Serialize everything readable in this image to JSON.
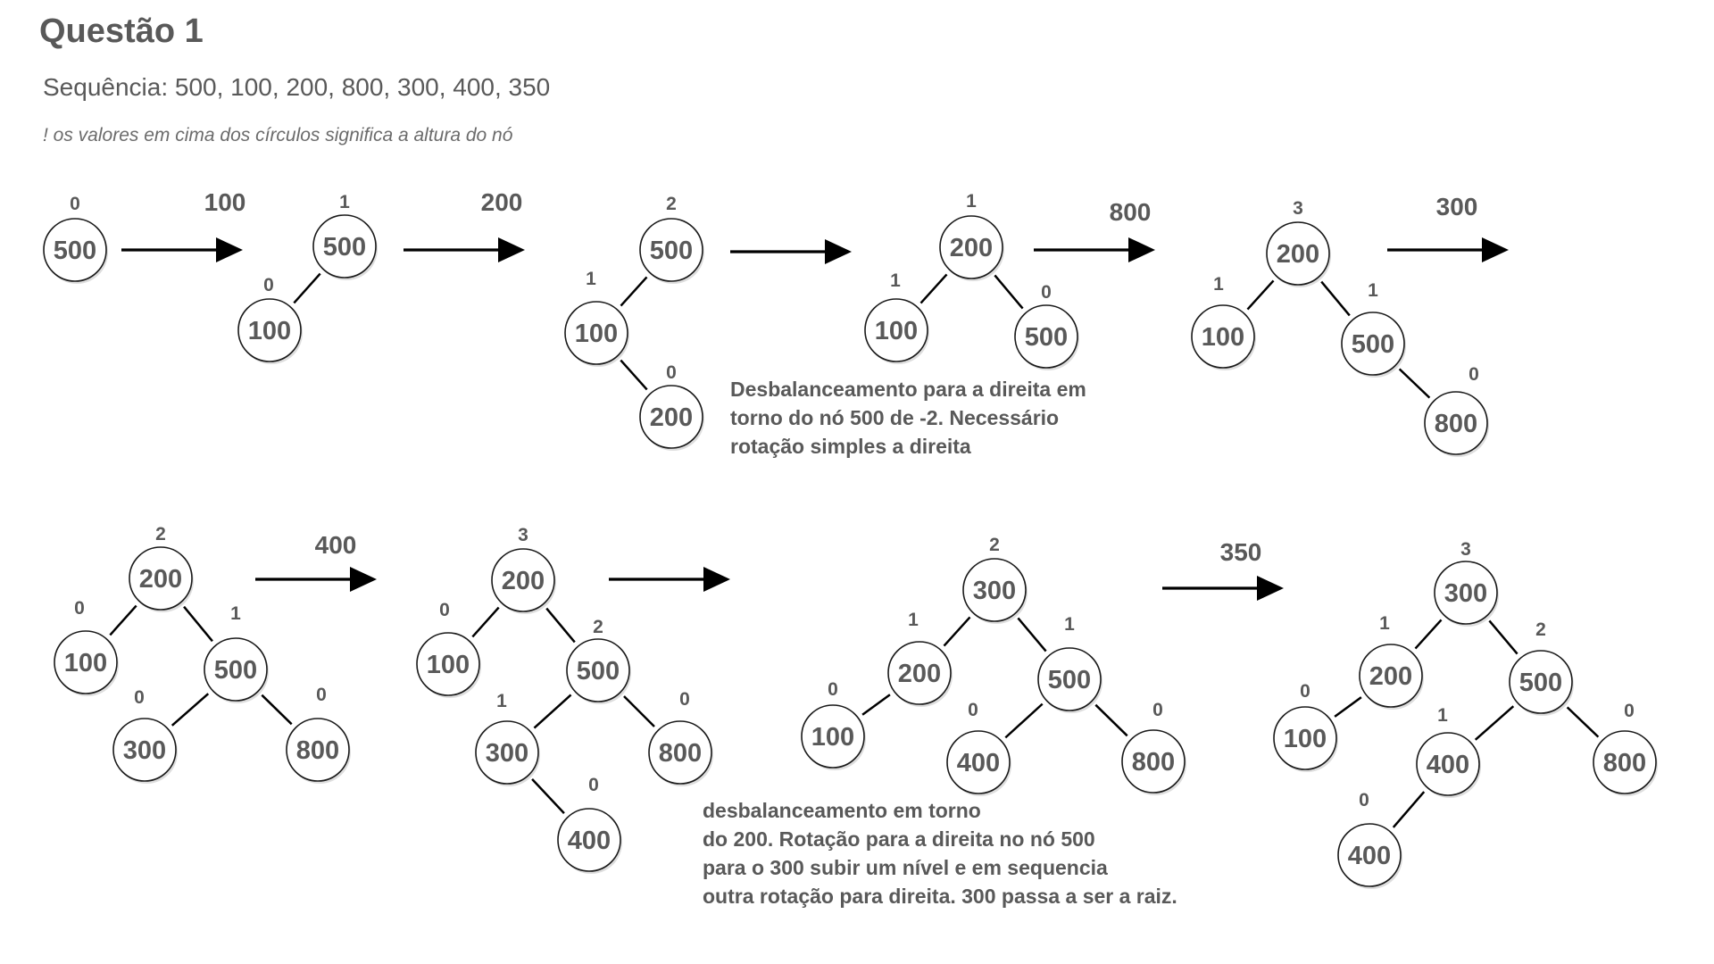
{
  "header": {
    "title": "Questão 1",
    "sequence": "Sequência: 500, 100, 200, 800, 300, 400, 350",
    "note": "! os valores em cima dos círculos significa a altura do nó"
  },
  "colors": {
    "node_fill": "#ffffff",
    "node_stroke": "#1a1a1a",
    "text": "#595959",
    "edge": "#000000"
  },
  "comments": [
    {
      "lines": [
        "Desbalanceamento para a direita em",
        "torno do nó 500 de -2. Necessário",
        "rotação simples a direita"
      ]
    },
    {
      "lines": [
        "desbalanceamento em torno",
        "do 200. Rotação para a direita no nó 500",
        "para o 300 subir um nível e em sequencia",
        "outra rotação para direita. 300 passa a ser a raiz."
      ]
    }
  ],
  "arrows": [
    {
      "label": "100"
    },
    {
      "label": "200"
    },
    {
      "label": ""
    },
    {
      "label": "800"
    },
    {
      "label": "300"
    },
    {
      "label": "400"
    },
    {
      "label": ""
    },
    {
      "label": "350"
    }
  ],
  "trees": [
    {
      "nodes": [
        {
          "value": "500",
          "height": "0"
        }
      ]
    },
    {
      "nodes": [
        {
          "value": "500",
          "height": "1"
        },
        {
          "value": "100",
          "height": "0"
        }
      ]
    },
    {
      "nodes": [
        {
          "value": "500",
          "height": "2"
        },
        {
          "value": "100",
          "height": "1"
        },
        {
          "value": "200",
          "height": "0"
        }
      ]
    },
    {
      "nodes": [
        {
          "value": "200",
          "height": "1"
        },
        {
          "value": "100",
          "height": "1"
        },
        {
          "value": "500",
          "height": "0"
        }
      ]
    },
    {
      "nodes": [
        {
          "value": "200",
          "height": "3"
        },
        {
          "value": "100",
          "height": "1"
        },
        {
          "value": "500",
          "height": "1"
        },
        {
          "value": "800",
          "height": "0"
        }
      ]
    },
    {
      "nodes": [
        {
          "value": "200",
          "height": "2"
        },
        {
          "value": "100",
          "height": "0"
        },
        {
          "value": "500",
          "height": "1"
        },
        {
          "value": "300",
          "height": "0"
        },
        {
          "value": "800",
          "height": "0"
        }
      ]
    },
    {
      "nodes": [
        {
          "value": "200",
          "height": "3"
        },
        {
          "value": "100",
          "height": "0"
        },
        {
          "value": "500",
          "height": "2"
        },
        {
          "value": "300",
          "height": "1"
        },
        {
          "value": "800",
          "height": "0"
        },
        {
          "value": "400",
          "height": "0"
        }
      ]
    },
    {
      "nodes": [
        {
          "value": "300",
          "height": "2"
        },
        {
          "value": "200",
          "height": "1"
        },
        {
          "value": "100",
          "height": "0"
        },
        {
          "value": "500",
          "height": "1"
        },
        {
          "value": "400",
          "height": "0"
        },
        {
          "value": "800",
          "height": "0"
        }
      ]
    },
    {
      "nodes": [
        {
          "value": "300",
          "height": "3"
        },
        {
          "value": "200",
          "height": "1"
        },
        {
          "value": "100",
          "height": "0"
        },
        {
          "value": "500",
          "height": "2"
        },
        {
          "value": "400",
          "height": "1"
        },
        {
          "value": "800",
          "height": "0"
        },
        {
          "value": "400",
          "height": "0"
        }
      ]
    }
  ]
}
